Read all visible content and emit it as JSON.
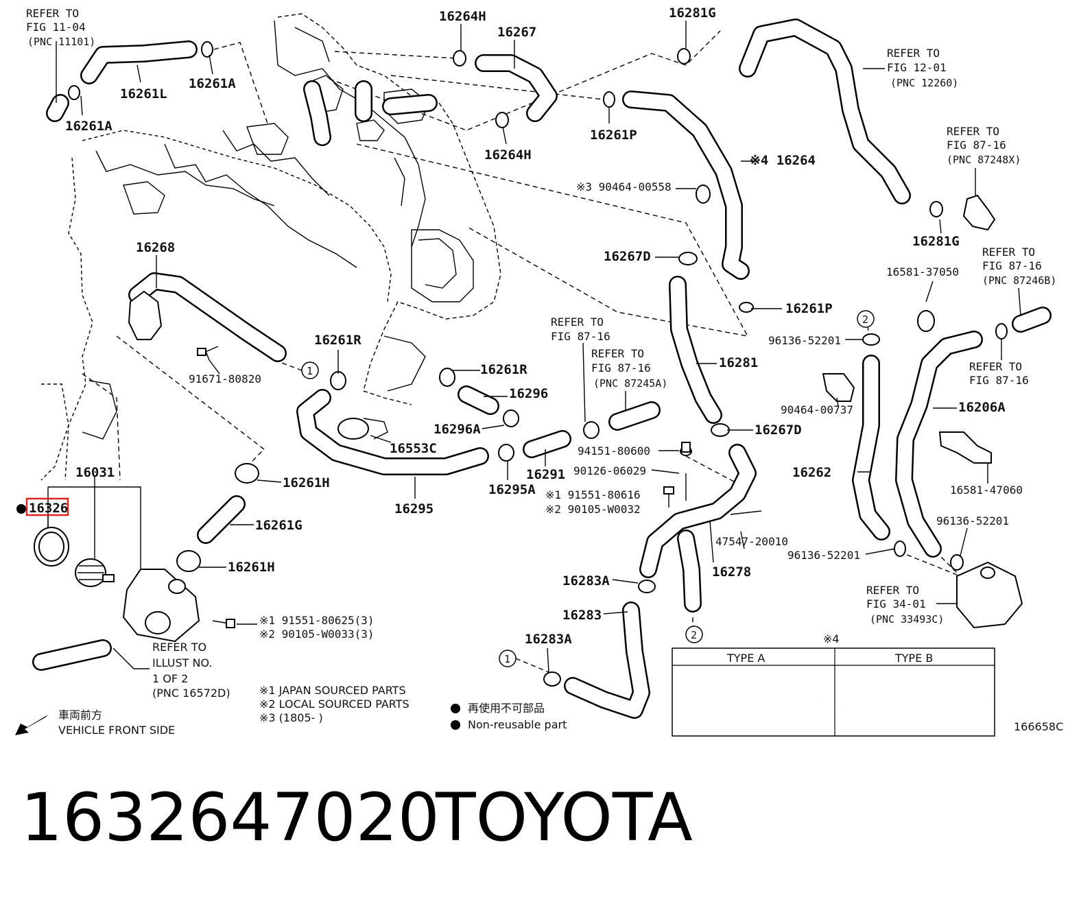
{
  "diagram": {
    "figure_code": "166658C",
    "title_number": "1632647020",
    "title_brand": "TOYOTA",
    "highlight_color": "#e2231a",
    "labels": [
      {
        "id": "16261L",
        "text": "16261L"
      },
      {
        "id": "16261A_a",
        "text": "16261A"
      },
      {
        "id": "16261A_b",
        "text": "16261A"
      },
      {
        "id": "16264H_a",
        "text": "16264H"
      },
      {
        "id": "16267",
        "text": "16267"
      },
      {
        "id": "16264H_b",
        "text": "16264H"
      },
      {
        "id": "16281G_a",
        "text": "16281G"
      },
      {
        "id": "16261P_a",
        "text": "16261P"
      },
      {
        "id": "16264",
        "text": "※4 16264"
      },
      {
        "id": "90464-00558",
        "text": "※3 90464-00558"
      },
      {
        "id": "16267D_a",
        "text": "16267D"
      },
      {
        "id": "16261P_b",
        "text": "16261P"
      },
      {
        "id": "16281G_b",
        "text": "16281G"
      },
      {
        "id": "16268",
        "text": "16268"
      },
      {
        "id": "91671-80820",
        "text": "91671-80820"
      },
      {
        "id": "16261R_a",
        "text": "16261R"
      },
      {
        "id": "16261R_b",
        "text": "16261R"
      },
      {
        "id": "16296",
        "text": "16296"
      },
      {
        "id": "16296A",
        "text": "16296A"
      },
      {
        "id": "16553C",
        "text": "16553C"
      },
      {
        "id": "16281",
        "text": "16281"
      },
      {
        "id": "16267D_b",
        "text": "16267D"
      },
      {
        "id": "94151-80600",
        "text": "94151-80600"
      },
      {
        "id": "90126-06029",
        "text": "90126-06029"
      },
      {
        "id": "16291",
        "text": "16291"
      },
      {
        "id": "16295A",
        "text": "16295A"
      },
      {
        "id": "16295",
        "text": "16295"
      },
      {
        "id": "16031",
        "text": "16031"
      },
      {
        "id": "16326",
        "text": "16326"
      },
      {
        "id": "16261H_a",
        "text": "16261H"
      },
      {
        "id": "16261G",
        "text": "16261G"
      },
      {
        "id": "16261H_b",
        "text": "16261H"
      },
      {
        "id": "91551-80616",
        "text": "※1 91551-80616"
      },
      {
        "id": "90105-W0032",
        "text": "※2 90105-W0032"
      },
      {
        "id": "47547-20010",
        "text": "47547-20010"
      },
      {
        "id": "16278",
        "text": "16278"
      },
      {
        "id": "16283A_a",
        "text": "16283A"
      },
      {
        "id": "16283",
        "text": "16283"
      },
      {
        "id": "16283A_b",
        "text": "16283A"
      },
      {
        "id": "91551-80625",
        "text": "※1 91551-80625(3)"
      },
      {
        "id": "90105-W0033",
        "text": "※2 90105-W0033(3)"
      },
      {
        "id": "96136-52201_a",
        "text": "96136-52201"
      },
      {
        "id": "90464-00737",
        "text": "90464-00737"
      },
      {
        "id": "16262",
        "text": "16262"
      },
      {
        "id": "16206A",
        "text": "16206A"
      },
      {
        "id": "16581-37050",
        "text": "16581-37050"
      },
      {
        "id": "16581-47060",
        "text": "16581-47060"
      },
      {
        "id": "96136-52201_b",
        "text": "96136-52201"
      },
      {
        "id": "96136-52201_c",
        "text": "96136-52201"
      }
    ],
    "refers": [
      {
        "id": "ref_11_04",
        "lines": [
          "REFER TO",
          "FIG 11-04",
          "(PNC 11101)"
        ]
      },
      {
        "id": "ref_12_01",
        "lines": [
          "REFER TO",
          "FIG 12-01",
          "(PNC 12260)"
        ]
      },
      {
        "id": "ref_87_16_a",
        "lines": [
          "REFER TO",
          "FIG 87-16",
          "(PNC 87248X)"
        ]
      },
      {
        "id": "ref_87_16_b",
        "lines": [
          "REFER TO",
          "FIG 87-16",
          "(PNC 87246B)"
        ]
      },
      {
        "id": "ref_87_16_c",
        "lines": [
          "REFER TO",
          "FIG 87-16"
        ]
      },
      {
        "id": "ref_87_16_d",
        "lines": [
          "REFER TO",
          "FIG 87-16",
          "(PNC 87245A)"
        ]
      },
      {
        "id": "ref_87_16_e",
        "lines": [
          "REFER TO",
          "FIG 87-16"
        ]
      },
      {
        "id": "ref_34_01",
        "lines": [
          "REFER TO",
          "FIG 34-01",
          "(PNC 33493C)"
        ]
      },
      {
        "id": "ref_illust",
        "lines": [
          "REFER TO",
          "ILLUST NO.",
          "1 OF 2",
          "(PNC 16572D)"
        ]
      }
    ],
    "circle_markers": [
      "1",
      "1",
      "2",
      "2"
    ],
    "notes": [
      "※1  JAPAN SOURCED PARTS",
      "※2  LOCAL SOURCED PARTS",
      "※3  (1805-        )"
    ],
    "legend": {
      "jp": "再使用不可部品",
      "en": "Non-reusable part"
    },
    "front": {
      "jp": "車両前方",
      "en": "VEHICLE FRONT SIDE"
    },
    "types_box": {
      "marker": "※4",
      "type_a": "TYPE A",
      "type_b": "TYPE B"
    }
  }
}
